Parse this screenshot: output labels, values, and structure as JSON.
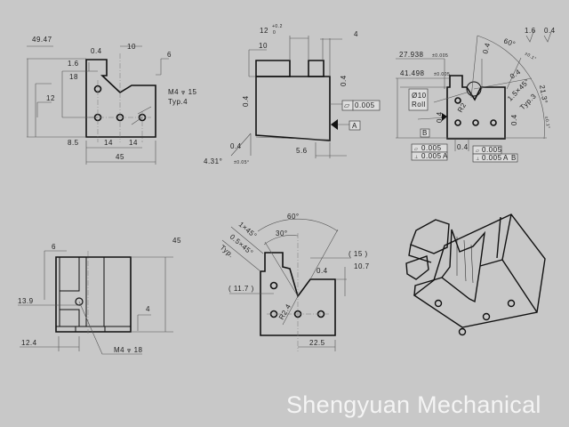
{
  "watermark": "Shengyuan Mechanical",
  "front_view": {
    "overall_height": "49.47",
    "surface": "0.4",
    "slot_width": "10",
    "step": "6",
    "tab_offset": "1.6",
    "hole_upper": "18",
    "hole_lower": "12",
    "thread_callout": "M4 ⩔ 15",
    "thread_qty": "Typ.4",
    "hole_left": "8.5",
    "pitch1": "14",
    "pitch2": "14",
    "overall_width": "45"
  },
  "side_view": {
    "slot": "12",
    "slot_tol_upper": "+0.2",
    "slot_tol_lower": "0",
    "edge": "4",
    "tab_height": "10",
    "surface_right": "0.4",
    "surface_left": "0.4",
    "flatness": "0.005",
    "datum": "A",
    "surface_bottom": "0.4",
    "angle": "4.31°",
    "angle_tol": "±0.05°",
    "offset": "5.6"
  },
  "detail_view": {
    "roughness_general": "1.6",
    "roughness_other": "0.4",
    "angle_top": "60°",
    "angle_top_tol": "±0.1°",
    "surface_top": "0.4",
    "dim1": "27.938",
    "dim1_tol": "±0.005",
    "dim2": "41.498",
    "dim2_tol": "±0.005",
    "roll_dia": "Ø10",
    "roll_label": "Roll",
    "surface_mid": "0.4",
    "chamfer": "1.5×45°",
    "chamfer_typ": "Typ.3",
    "angle_side": "21.3°",
    "angle_side_tol": "±0.1°",
    "radius": "R2",
    "surface_left": "0.4",
    "surface_right": "0.4",
    "datum": "B",
    "surface_bottom": "0.4",
    "fcf_left": [
      {
        "symbol": "▱",
        "value": "0.005",
        "datum": ""
      },
      {
        "symbol": "⊥",
        "value": "0.005",
        "datum": "A"
      }
    ],
    "fcf_right": [
      {
        "symbol": "▱",
        "value": "0.005",
        "datum": ""
      },
      {
        "symbol": "⊥",
        "value": "0.005",
        "datum": "A",
        "datum2": "B"
      }
    ]
  },
  "bottom_view": {
    "dim_top": "6",
    "overall": "45",
    "hole_pos": "13.9",
    "step": "4",
    "width": "12.4",
    "thread_callout": "M4 ⩔ 18"
  },
  "v_view": {
    "angle_big": "60°",
    "angle_half": "30°",
    "chamfer1": "1×45°",
    "chamfer2": "0.5×45°",
    "chamfer_typ": "Typ.",
    "ref1": "( 15 )",
    "depth": "10.7",
    "surface": "0.4",
    "ref2": "( 11.7 )",
    "radius": "R2.4",
    "width": "22.5"
  }
}
